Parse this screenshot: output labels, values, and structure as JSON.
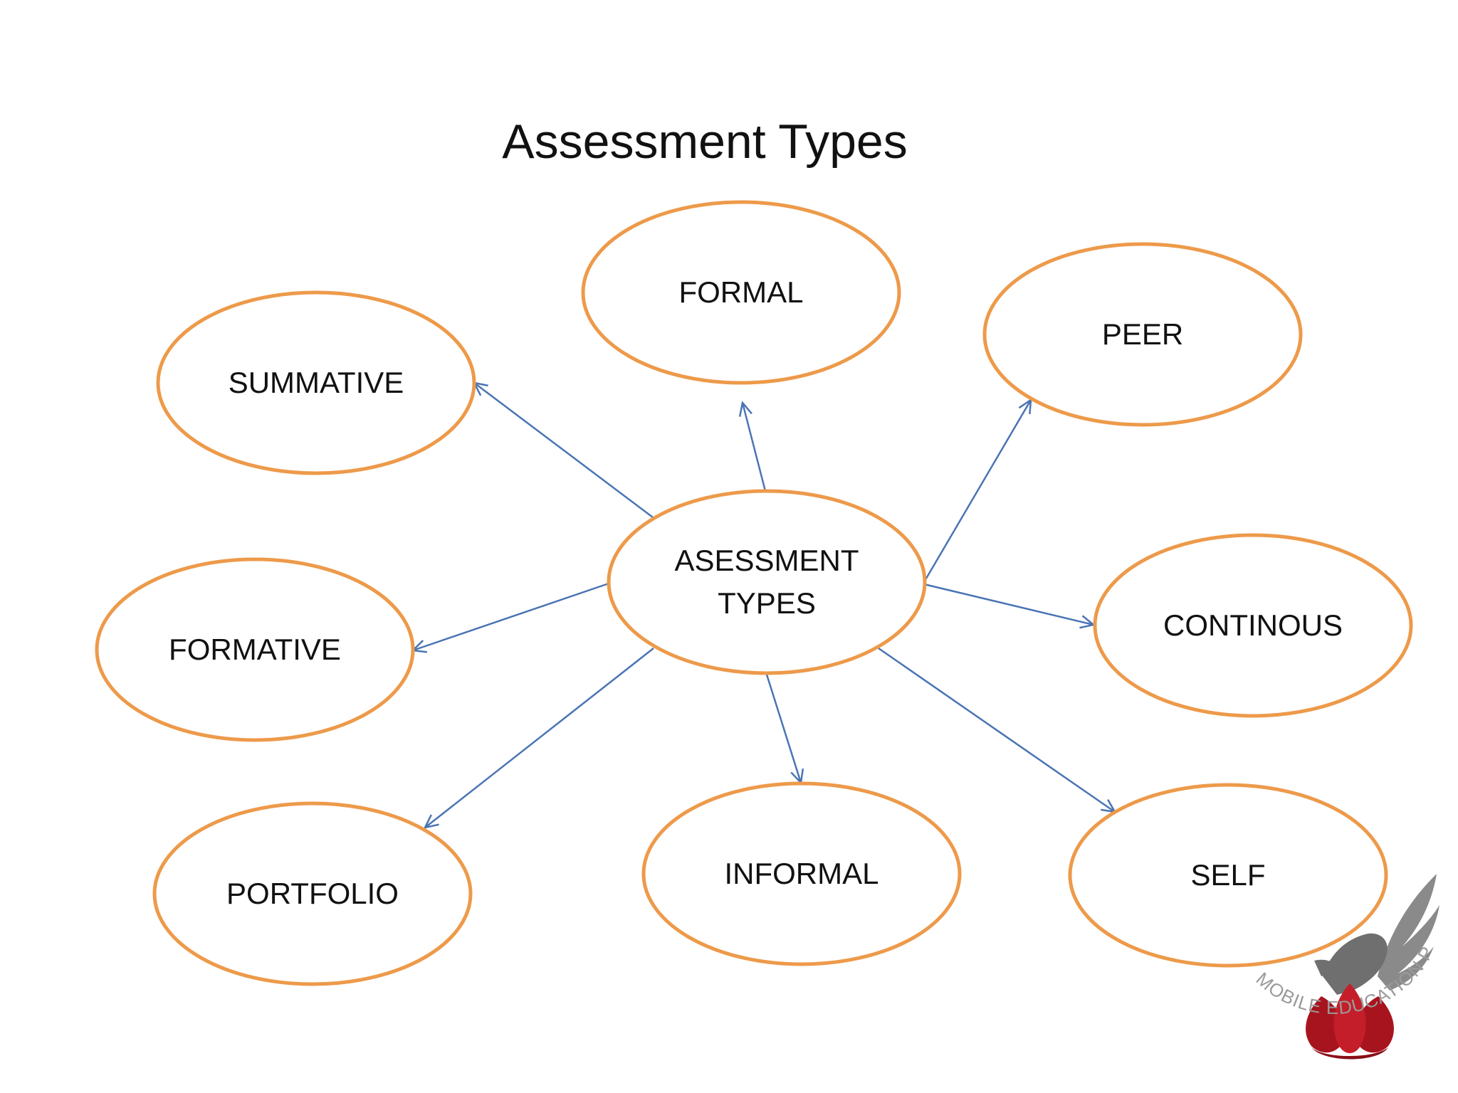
{
  "title": "Assessment Types",
  "colors": {
    "node_border": "#ed9a4a",
    "arrow": "#4a74b4",
    "logo_red": "#a8141e",
    "logo_gray": "#8a8a8a"
  },
  "center": {
    "id": "center",
    "lines": [
      "ASESSMENT",
      "TYPES"
    ]
  },
  "nodes": [
    {
      "id": "formal",
      "label": "FORMAL"
    },
    {
      "id": "peer",
      "label": "PEER"
    },
    {
      "id": "summative",
      "label": "SUMMATIVE"
    },
    {
      "id": "formative",
      "label": "FORMATIVE"
    },
    {
      "id": "continous",
      "label": "CONTINOUS"
    },
    {
      "id": "portfolio",
      "label": "PORTFOLIO"
    },
    {
      "id": "informal",
      "label": "INFORMAL"
    },
    {
      "id": "self",
      "label": "SELF"
    }
  ],
  "edges": [
    {
      "from": "center",
      "to": "summative"
    },
    {
      "from": "center",
      "to": "formal"
    },
    {
      "from": "center",
      "to": "peer"
    },
    {
      "from": "center",
      "to": "formative"
    },
    {
      "from": "center",
      "to": "continous"
    },
    {
      "from": "center",
      "to": "portfolio"
    },
    {
      "from": "center",
      "to": "informal"
    },
    {
      "from": "center",
      "to": "self"
    }
  ],
  "logo": {
    "text": "MOBILE EDUCATION PARTNERSHIPS",
    "icon": "eagle-lotus-logo-icon"
  }
}
